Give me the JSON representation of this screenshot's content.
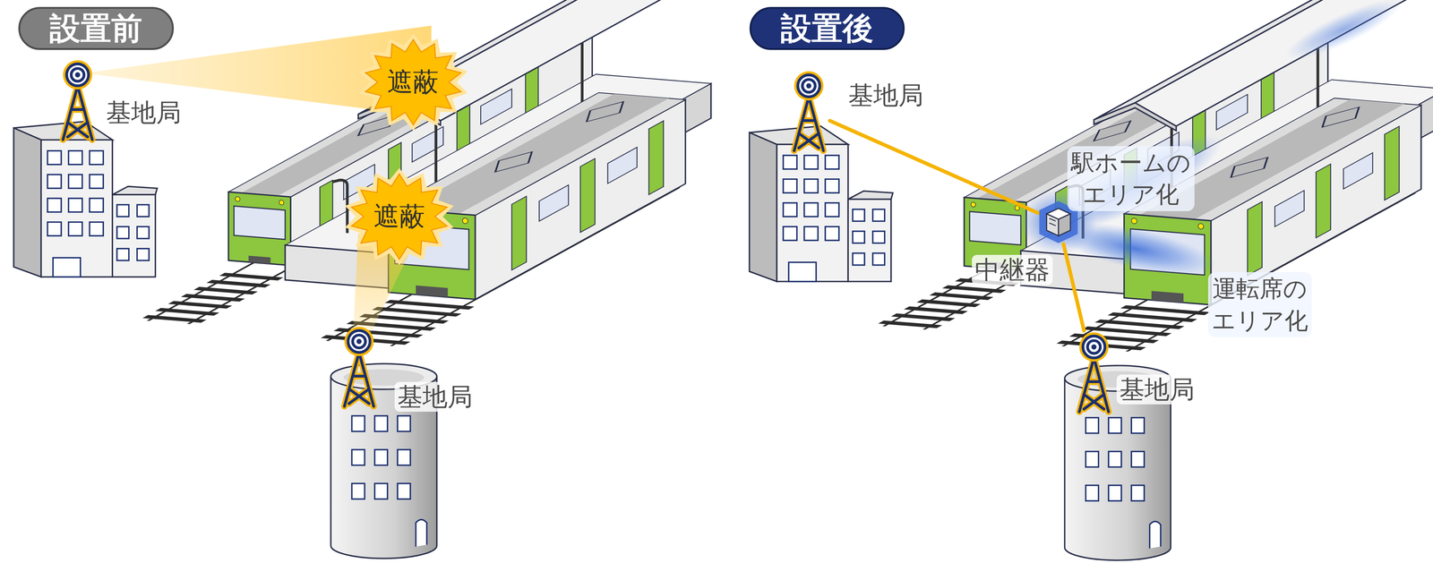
{
  "diagram": {
    "nodes": [
      {
        "text": [
          "設置前"
        ]
      },
      {
        "text": [
          "基地局"
        ]
      },
      {
        "text": [
          "遮蔽"
        ]
      },
      {
        "text": [
          "遮蔽"
        ]
      },
      {
        "text": [
          "基地局"
        ]
      },
      {
        "text": [
          "設置後"
        ]
      },
      {
        "text": [
          "基地局"
        ]
      },
      {
        "text": [
          "中継器"
        ]
      },
      {
        "text": [
          "基地局"
        ]
      }
    ],
    "edges": [
      {
        "from": 6,
        "to": 7,
        "arrow": "none"
      },
      {
        "from": 8,
        "to": 7,
        "arrow": "none"
      }
    ],
    "labels": [
      "駅ホームの エリア化",
      "運転席の エリア化"
    ]
  }
}
